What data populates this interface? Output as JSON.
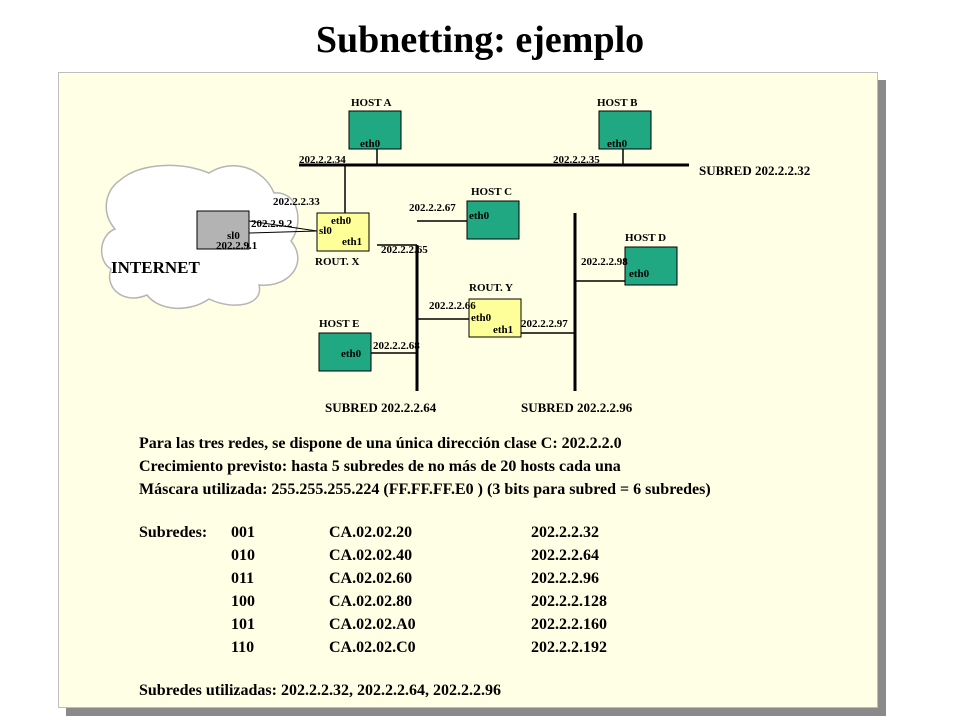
{
  "title": "Subnetting: ejemplo",
  "diagram": {
    "internet": "INTERNET",
    "router_internet": {
      "if_label": "sl0",
      "ip": "202.2.9.1"
    },
    "rout_x": {
      "label": "ROUT. X",
      "if_eth0": "eth0",
      "if_sl0": "sl0",
      "if_eth1": "eth1",
      "ip_eth0": "202.2.2.33",
      "ip_sl0": "202.2.9.2",
      "ip_eth1": "202.2.2.65"
    },
    "rout_y": {
      "label": "ROUT. Y",
      "if_eth0": "eth0",
      "if_eth1": "eth1",
      "ip_eth0": "202.2.2.66",
      "ip_eth1": "202.2.2.97"
    },
    "host_a": {
      "label": "HOST  A",
      "iface": "eth0",
      "ip": "202.2.2.34"
    },
    "host_b": {
      "label": "HOST  B",
      "iface": "eth0",
      "ip": "202.2.2.35"
    },
    "host_c": {
      "label": "HOST  C",
      "iface": "eth0",
      "ip": "202.2.2.67"
    },
    "host_d": {
      "label": "HOST  D",
      "iface": "eth0",
      "ip": "202.2.2.98"
    },
    "host_e": {
      "label": "HOST  E",
      "iface": "eth0",
      "ip": "202.2.2.68"
    },
    "subred_32": "SUBRED 202.2.2.32",
    "subred_64": "SUBRED 202.2.2.64",
    "subred_96": "SUBRED 202.2.2.96"
  },
  "colors": {
    "host_fill": "#1fa882",
    "router_fill": "#ffff99",
    "internet_router_fill": "#b3b3b3",
    "panel_bg": "#ffffe5"
  },
  "info": {
    "line1": "Para  las tres redes, se dispone de una única dirección clase C: 202.2.2.0",
    "line2": "Crecimiento previsto: hasta 5 subredes de no más de 20 hosts cada una",
    "line3": "Máscara utilizada:  255.255.255.224  (FF.FF.FF.E0 ) (3 bits para subred = 6 subredes)",
    "subnets_label": "Subredes:",
    "subnets": [
      {
        "bits": "001",
        "hex": "CA.02.02.20",
        "ip": "202.2.2.32"
      },
      {
        "bits": "010",
        "hex": "CA.02.02.40",
        "ip": "202.2.2.64"
      },
      {
        "bits": "011",
        "hex": "CA.02.02.60",
        "ip": "202.2.2.96"
      },
      {
        "bits": "100",
        "hex": "CA.02.02.80",
        "ip": "202.2.2.128"
      },
      {
        "bits": "101",
        "hex": "CA.02.02.A0",
        "ip": "202.2.2.160"
      },
      {
        "bits": "110",
        "hex": "CA.02.02.C0",
        "ip": "202.2.2.192"
      }
    ],
    "used": "Subredes utilizadas: 202.2.2.32, 202.2.2.64, 202.2.2.96"
  }
}
